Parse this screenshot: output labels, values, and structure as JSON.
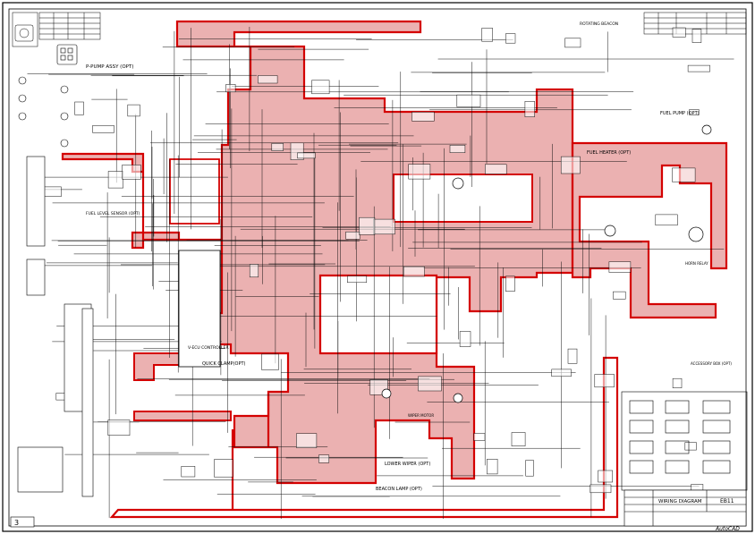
{
  "sheet": {
    "page_number": "3",
    "brand_mark": "AutoCAD",
    "title_block": {
      "drawing_title": "WIRING DIAGRAM",
      "model_code": "EB11"
    }
  },
  "labels": {
    "pump_assy": "P-PUMP ASSY (OPT)",
    "fuel_level_sensor": "FUEL LEVEL SENSOR (OPT)",
    "fuel_heater": "FUEL HEATER (OPT)",
    "fuel_pump": "FUEL PUMP (OPT)",
    "controller": "V-ECU CONTROLLER",
    "quick_clamp": "QUICK CLAMP(OPT)",
    "lower_wiper": "LOWER WIPER (OPT)",
    "beacon_lamp": "BEACON LAMP (OPT)",
    "rotating_beacon": "ROTATING BEACON",
    "accessory_box": "ACCESSORY BOX (OPT)",
    "horn_relay": "HORN RELAY",
    "wiper_motor": "WIPER MOTOR"
  },
  "colors": {
    "highlight_fill": "#e8a3a3",
    "highlight_stroke": "#d40000",
    "wire": "#111111"
  }
}
